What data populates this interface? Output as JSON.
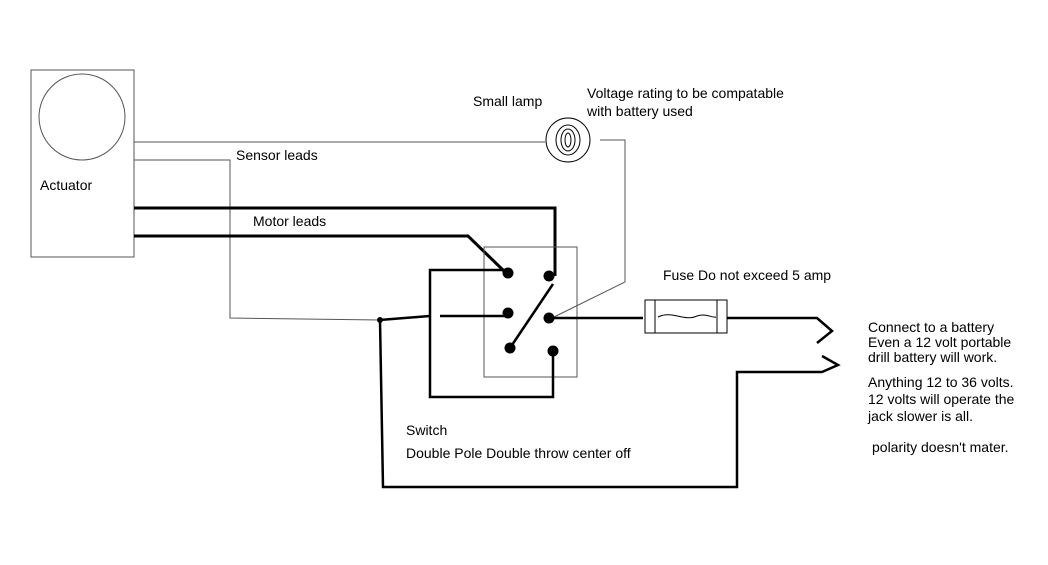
{
  "labels": {
    "actuator": "Actuator",
    "sensor_leads": "Sensor leads",
    "motor_leads": "Motor leads",
    "small_lamp": "Small lamp",
    "voltage_line1": "Voltage rating to be compatable",
    "voltage_line2": "with battery used",
    "fuse": "Fuse  Do not exceed 5 amp",
    "switch": "Switch",
    "switch_desc": "Double Pole Double throw center off",
    "battery_line1": "Connect to a battery",
    "battery_line2": "Even a 12 volt portable",
    "battery_line3": "drill battery will work.",
    "battery_line4": "Anything 12 to 36 volts.",
    "battery_line5": "12 volts will operate the",
    "battery_line6": "jack slower is all.",
    "polarity": "polarity doesn't mater."
  },
  "colors": {
    "wire": "#000000",
    "thin_wire": "#444444",
    "background": "#ffffff"
  }
}
